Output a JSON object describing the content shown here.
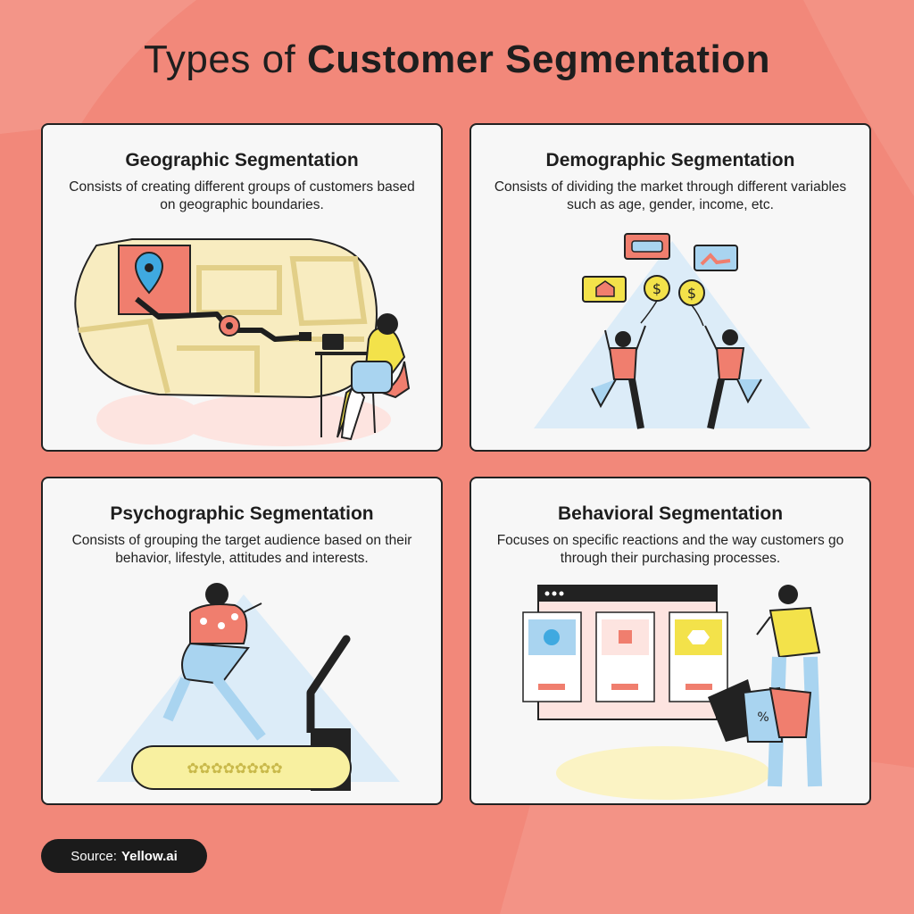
{
  "title": {
    "light": "Types of",
    "bold": "Customer Segmentation"
  },
  "cards": [
    {
      "heading": "Geographic Segmentation",
      "description": "Consists of creating different groups of customers based on geographic boundaries."
    },
    {
      "heading": "Demographic Segmentation",
      "description": "Consists of dividing the market through different variables such as age, gender, income, etc."
    },
    {
      "heading": "Psychographic Segmentation",
      "description": "Consists of grouping the target audience based on their behavior, lifestyle, attitudes and interests."
    },
    {
      "heading": "Behavioral Segmentation",
      "description": "Focuses on specific reactions and the way customers go through their purchasing processes."
    }
  ],
  "source": {
    "label": "Source:",
    "name": "Yellow.ai"
  },
  "colors": {
    "background": "#f2887a",
    "card": "#f7f7f7",
    "coral": "#f07e6e",
    "yellow": "#f3e24a",
    "light_blue": "#a9d4f0",
    "map_fill": "#f8ecc0",
    "dark": "#1e1e1e"
  }
}
